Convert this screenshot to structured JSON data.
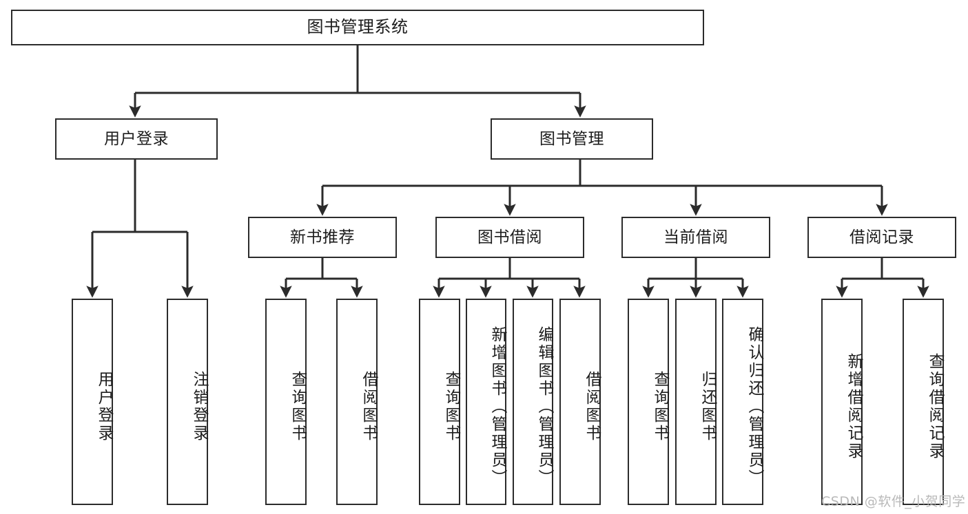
{
  "diagram": {
    "type": "tree",
    "title": "图书管理系统",
    "watermark": "CSDN @软件_小贺同学",
    "colors": {
      "stroke": "#2b2b2b",
      "fill": "#ffffff",
      "text": "#1c1c1c",
      "watermark": "#b9b9b9"
    },
    "levels": {
      "root": {
        "label": "图书管理系统"
      },
      "level2": [
        {
          "label": "用户登录"
        },
        {
          "label": "图书管理"
        }
      ],
      "level3": [
        {
          "label": "新书推荐"
        },
        {
          "label": "图书借阅"
        },
        {
          "label": "当前借阅"
        },
        {
          "label": "借阅记录"
        }
      ],
      "leaves": {
        "user_login": [
          {
            "label": "用户登录"
          },
          {
            "label": "注销登录"
          }
        ],
        "new_book": [
          {
            "label": "查询图书"
          },
          {
            "label": "借阅图书"
          }
        ],
        "book_borrow": [
          {
            "label": "查询图书"
          },
          {
            "label": "新增图书（管理员）"
          },
          {
            "label": "编辑图书（管理员）"
          },
          {
            "label": "借阅图书"
          }
        ],
        "current_borrow": [
          {
            "label": "查询图书"
          },
          {
            "label": "归还图书"
          },
          {
            "label": "确认归还（管理员）"
          }
        ],
        "borrow_record": [
          {
            "label": "新增借阅记录"
          },
          {
            "label": "查询借阅记录"
          }
        ]
      }
    }
  }
}
